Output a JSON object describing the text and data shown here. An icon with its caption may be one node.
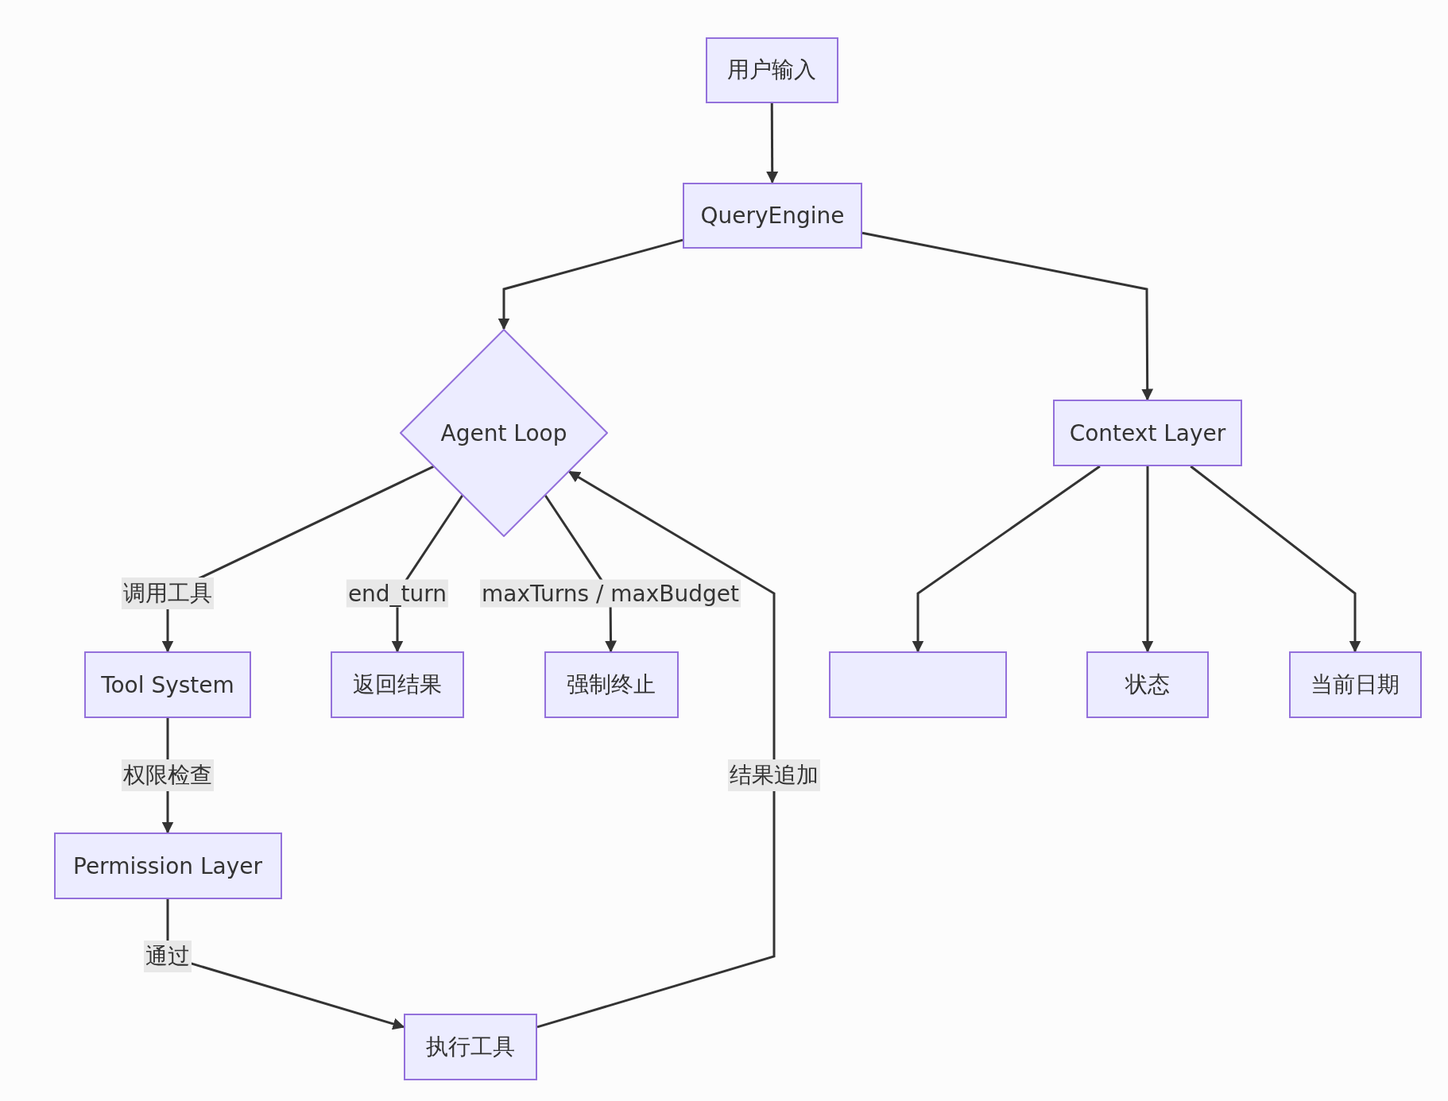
{
  "diagram": {
    "nodes": [
      {
        "text": [
          "用户输入"
        ]
      },
      {
        "text": [
          "QueryEngine"
        ]
      },
      {
        "text": [
          "Agent Loop"
        ]
      },
      {
        "text": [
          "Context Layer"
        ]
      },
      {
        "text": [
          "Tool System"
        ]
      },
      {
        "text": [
          "返回结果"
        ]
      },
      {
        "text": [
          "强制终止"
        ]
      },
      {
        "text": [],
        "shape": "box"
      },
      {
        "text": [
          "状态"
        ]
      },
      {
        "text": [
          "当前日期"
        ]
      },
      {
        "text": [
          "Permission Layer"
        ]
      },
      {
        "text": [
          "执行工具"
        ]
      }
    ],
    "edges": [
      {
        "from": 0,
        "to": 1,
        "arrow": "to"
      },
      {
        "from": 1,
        "to": 2,
        "arrow": "to"
      },
      {
        "from": 1,
        "to": 3,
        "arrow": "to"
      },
      {
        "from": 2,
        "to": 4,
        "arrow": "to",
        "label": "调用工具"
      },
      {
        "from": 2,
        "to": 5,
        "arrow": "to",
        "label": "end_turn"
      },
      {
        "from": 2,
        "to": 6,
        "arrow": "to",
        "label": "maxTurns / maxBudget"
      },
      {
        "from": 3,
        "to": 7,
        "arrow": "to"
      },
      {
        "from": 3,
        "to": 8,
        "arrow": "to"
      },
      {
        "from": 3,
        "to": 9,
        "arrow": "to"
      },
      {
        "from": 4,
        "to": 10,
        "arrow": "to",
        "label": "权限检查"
      },
      {
        "from": 10,
        "to": 11,
        "arrow": "to",
        "label": "通过"
      },
      {
        "from": 11,
        "to": 2,
        "arrow": "to",
        "label": "结果追加"
      }
    ]
  }
}
